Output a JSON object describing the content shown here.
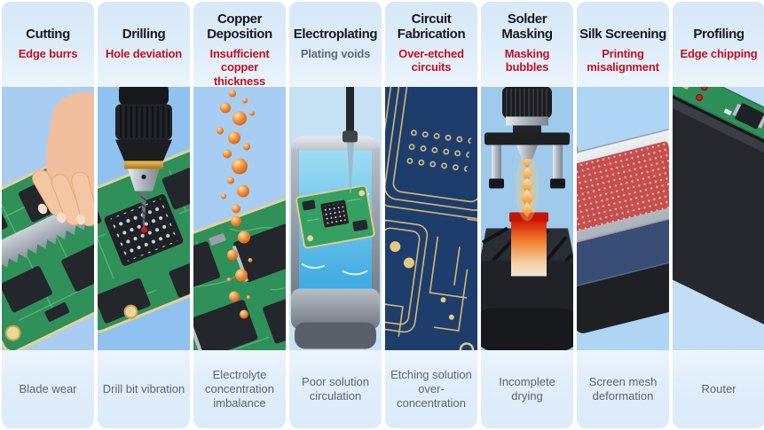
{
  "columns": [
    {
      "title": "Cutting",
      "subtitle": "Edge burrs",
      "caption": "Blade wear",
      "illustration": "hand-pressing-saw-blade-on-green-pcb"
    },
    {
      "title": "Drilling",
      "subtitle": "Hole deviation",
      "caption": "Drill bit vibration",
      "illustration": "drill-bit-over-green-pcb-chip"
    },
    {
      "title": "Copper Deposition",
      "subtitle": "Insufficient copper thickness",
      "caption": "Electrolyte concentration imbalance",
      "illustration": "copper-droplets-falling-on-green-pcb"
    },
    {
      "title": "Electroplating",
      "subtitle": "Plating voids",
      "subtitle_color": "#5f6b78",
      "caption": "Poor solution circulation",
      "illustration": "pcb-in-plating-tank-with-electrode"
    },
    {
      "title": "Circuit Fabrication",
      "subtitle": "Over-etched circuits",
      "caption": "Etching solution over-concentration",
      "illustration": "navy-pcb-with-gold-traces"
    },
    {
      "title": "Solder Masking",
      "subtitle": "Masking bubbles",
      "caption": "Incomplete drying",
      "illustration": "press-machine-heating-red-strip"
    },
    {
      "title": "Silk Screening",
      "subtitle": "Printing misalignment",
      "caption": "Screen mesh deformation",
      "illustration": "screen-printing-frame-with-red-mesh"
    },
    {
      "title": "Profiling",
      "subtitle": "Edge chipping",
      "caption": "Router",
      "illustration": "black-panel-with-green-pcb-edge-strip"
    }
  ],
  "palette": {
    "title_color": "#15181d",
    "issue_color": "#c0121f",
    "caption_color": "#5b6672",
    "header_bg": "#d7e8f8",
    "footer_bg": "#dcebfa"
  }
}
